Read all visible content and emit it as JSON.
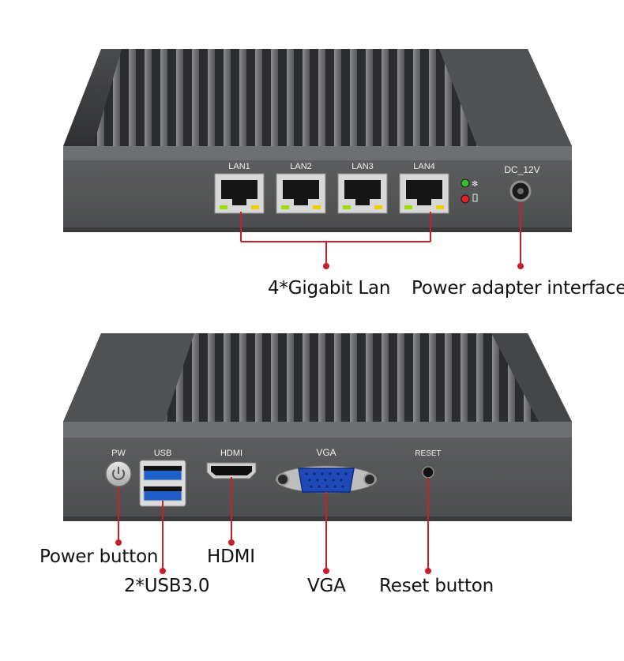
{
  "device_top": {
    "ports": [
      "LAN1",
      "LAN2",
      "LAN3",
      "LAN4"
    ],
    "dc_label": "DC_12V",
    "callouts": {
      "lan": "4*Gigabit Lan",
      "power_adapter": "Power adapter interface"
    }
  },
  "device_bottom": {
    "port_labels": {
      "pw": "PW",
      "usb": "USB",
      "hdmi": "HDMI",
      "vga": "VGA",
      "reset": "RESET"
    },
    "callouts": {
      "power_button": "Power button",
      "usb": "2*USB3.0",
      "hdmi": "HDMI",
      "vga": "VGA",
      "reset_button": "Reset button"
    }
  },
  "colors": {
    "callout_line": "#c8202a",
    "chassis_front": "#565758",
    "chassis_top": "#3d3e40",
    "usb_blue": "#1e5fc9",
    "vga_blue": "#1f49b8",
    "led_green": "#2ec12e",
    "led_red": "#e02222"
  }
}
